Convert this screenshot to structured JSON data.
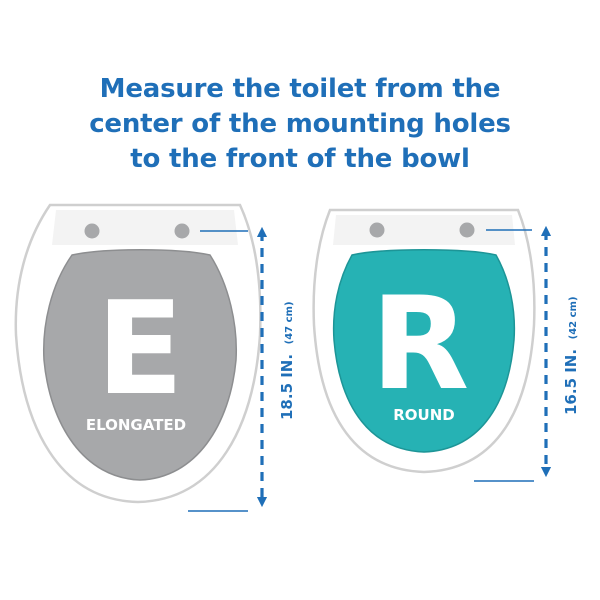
{
  "headline": {
    "line1": "Measure the toilet from the",
    "line2": "center of the mounting holes",
    "line3": "to the front of the bowl"
  },
  "elongated": {
    "letter": "E",
    "label": "ELONGATED",
    "measurement": "18.5 IN.",
    "metric": "(47 cm)"
  },
  "round": {
    "letter": "R",
    "label": "ROUND",
    "measurement": "16.5 IN.",
    "metric": "(42 cm)"
  },
  "colors": {
    "headline": "#1f6fb8",
    "elongated_lid": "#a7a8aa",
    "round_lid": "#26b2b4",
    "arrow": "#1f6fb8",
    "outline": "#cfcfcf"
  }
}
